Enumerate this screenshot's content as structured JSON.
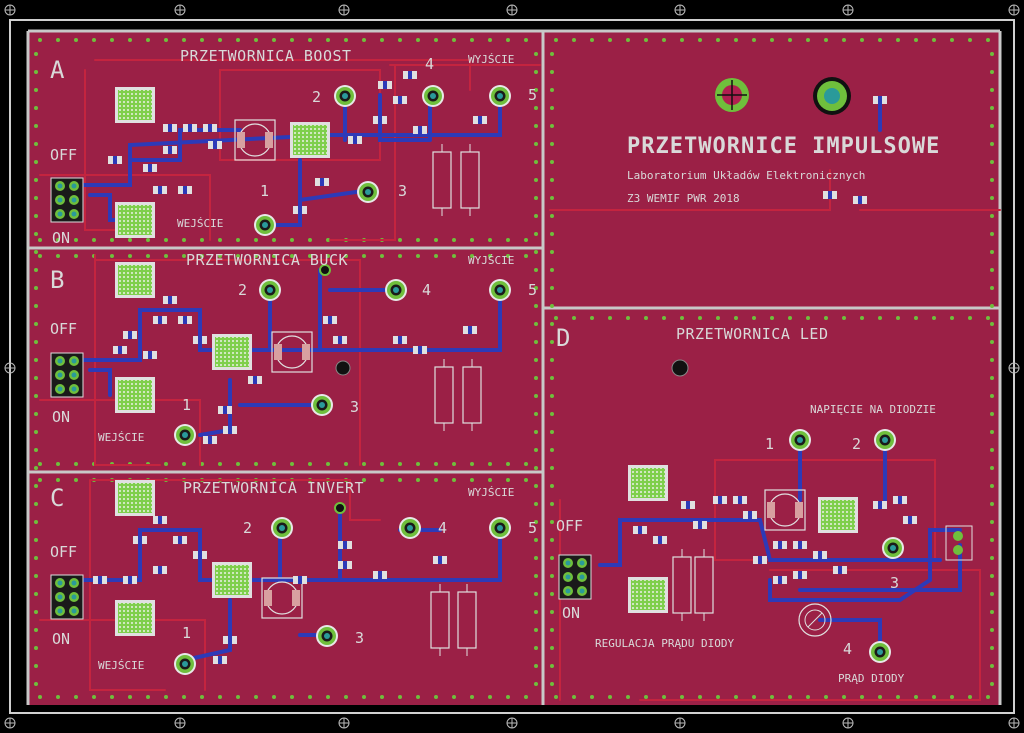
{
  "board": {
    "main_title": "PRZETWORNICE IMPULSOWE",
    "lab": "Laboratorium Układów Elektronicznych",
    "org": "Z3 WEMIF PWR 2018"
  },
  "sections": {
    "A": {
      "letter": "A",
      "title": "PRZETWORNICA BOOST",
      "output": "WYJŚCIE",
      "input": "WEJŚCIE",
      "off": "OFF",
      "on": "ON",
      "n1": "1",
      "n2": "2",
      "n3": "3",
      "n4": "4",
      "n5": "5"
    },
    "B": {
      "letter": "B",
      "title": "PRZETWORNICA BUCK",
      "output": "WYJŚCIE",
      "input": "WEJŚCIE",
      "off": "OFF",
      "on": "ON",
      "n1": "1",
      "n2": "2",
      "n3": "3",
      "n4": "4",
      "n5": "5"
    },
    "C": {
      "letter": "C",
      "title": "PRZETWORNICA INVERT",
      "output": "WYJŚCIE",
      "input": "WEJŚCIE",
      "off": "OFF",
      "on": "ON",
      "n1": "1",
      "n2": "2",
      "n3": "3",
      "n4": "4",
      "n5": "5"
    },
    "D": {
      "letter": "D",
      "title": "PRZETWORNICA LED",
      "diode_voltage": "NAPIĘCIE NA DIODZIE",
      "regulation": "REGULACJA PRĄDU DIODY",
      "diode_current": "PRĄD DIODY",
      "off": "OFF",
      "on": "ON",
      "n1": "1",
      "n2": "2",
      "n3": "3",
      "n4": "4"
    }
  },
  "colors": {
    "background": "#000000",
    "board": "#9b2046",
    "trace_red": "#c4243f",
    "trace_blue": "#2d3ab8",
    "silkscreen": "#d9d9d9",
    "pad": "#6fbf3c",
    "via": "#0a0a0a"
  },
  "icons": [
    "mounting-hole-icon",
    "test-point-icon",
    "power-switch-icon",
    "inductor-icon",
    "capacitor-icon",
    "potentiometer-icon"
  ]
}
